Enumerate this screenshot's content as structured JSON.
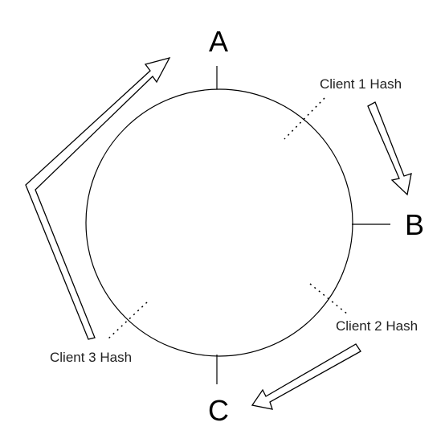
{
  "nodes": {
    "a": "A",
    "b": "B",
    "c": "C"
  },
  "clients": {
    "client1": "Client 1 Hash",
    "client2": "Client 2 Hash",
    "client3": "Client 3 Hash"
  },
  "colors": {
    "line": "#000000",
    "background": "#ffffff"
  }
}
